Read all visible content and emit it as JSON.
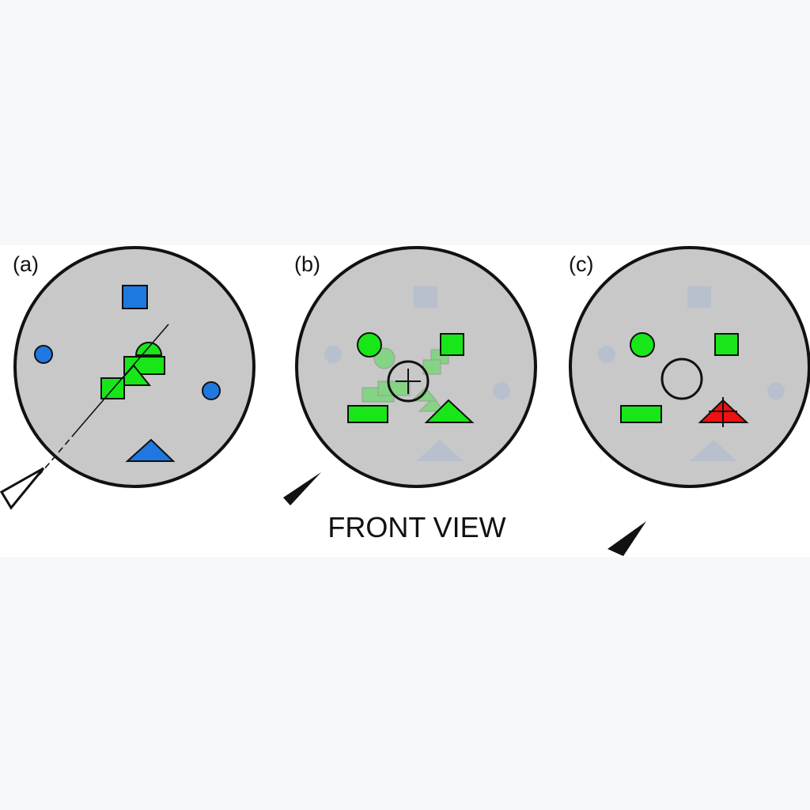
{
  "panels": [
    {
      "label": "(a)"
    },
    {
      "label": "(b)"
    },
    {
      "label": "(c)"
    }
  ],
  "caption": "FRONT VIEW",
  "colors": {
    "background": "#f7f8fa",
    "band": "#ffffff",
    "disk_fill": "#c8c8c8",
    "object_green": "#19e619",
    "object_blue": "#1f78e0",
    "target_red": "#ee1111",
    "faded_blue": "#aab9cf",
    "outline": "#111111"
  },
  "icons": [
    "observer-pointer-icon",
    "fixation-crosshair-icon"
  ]
}
